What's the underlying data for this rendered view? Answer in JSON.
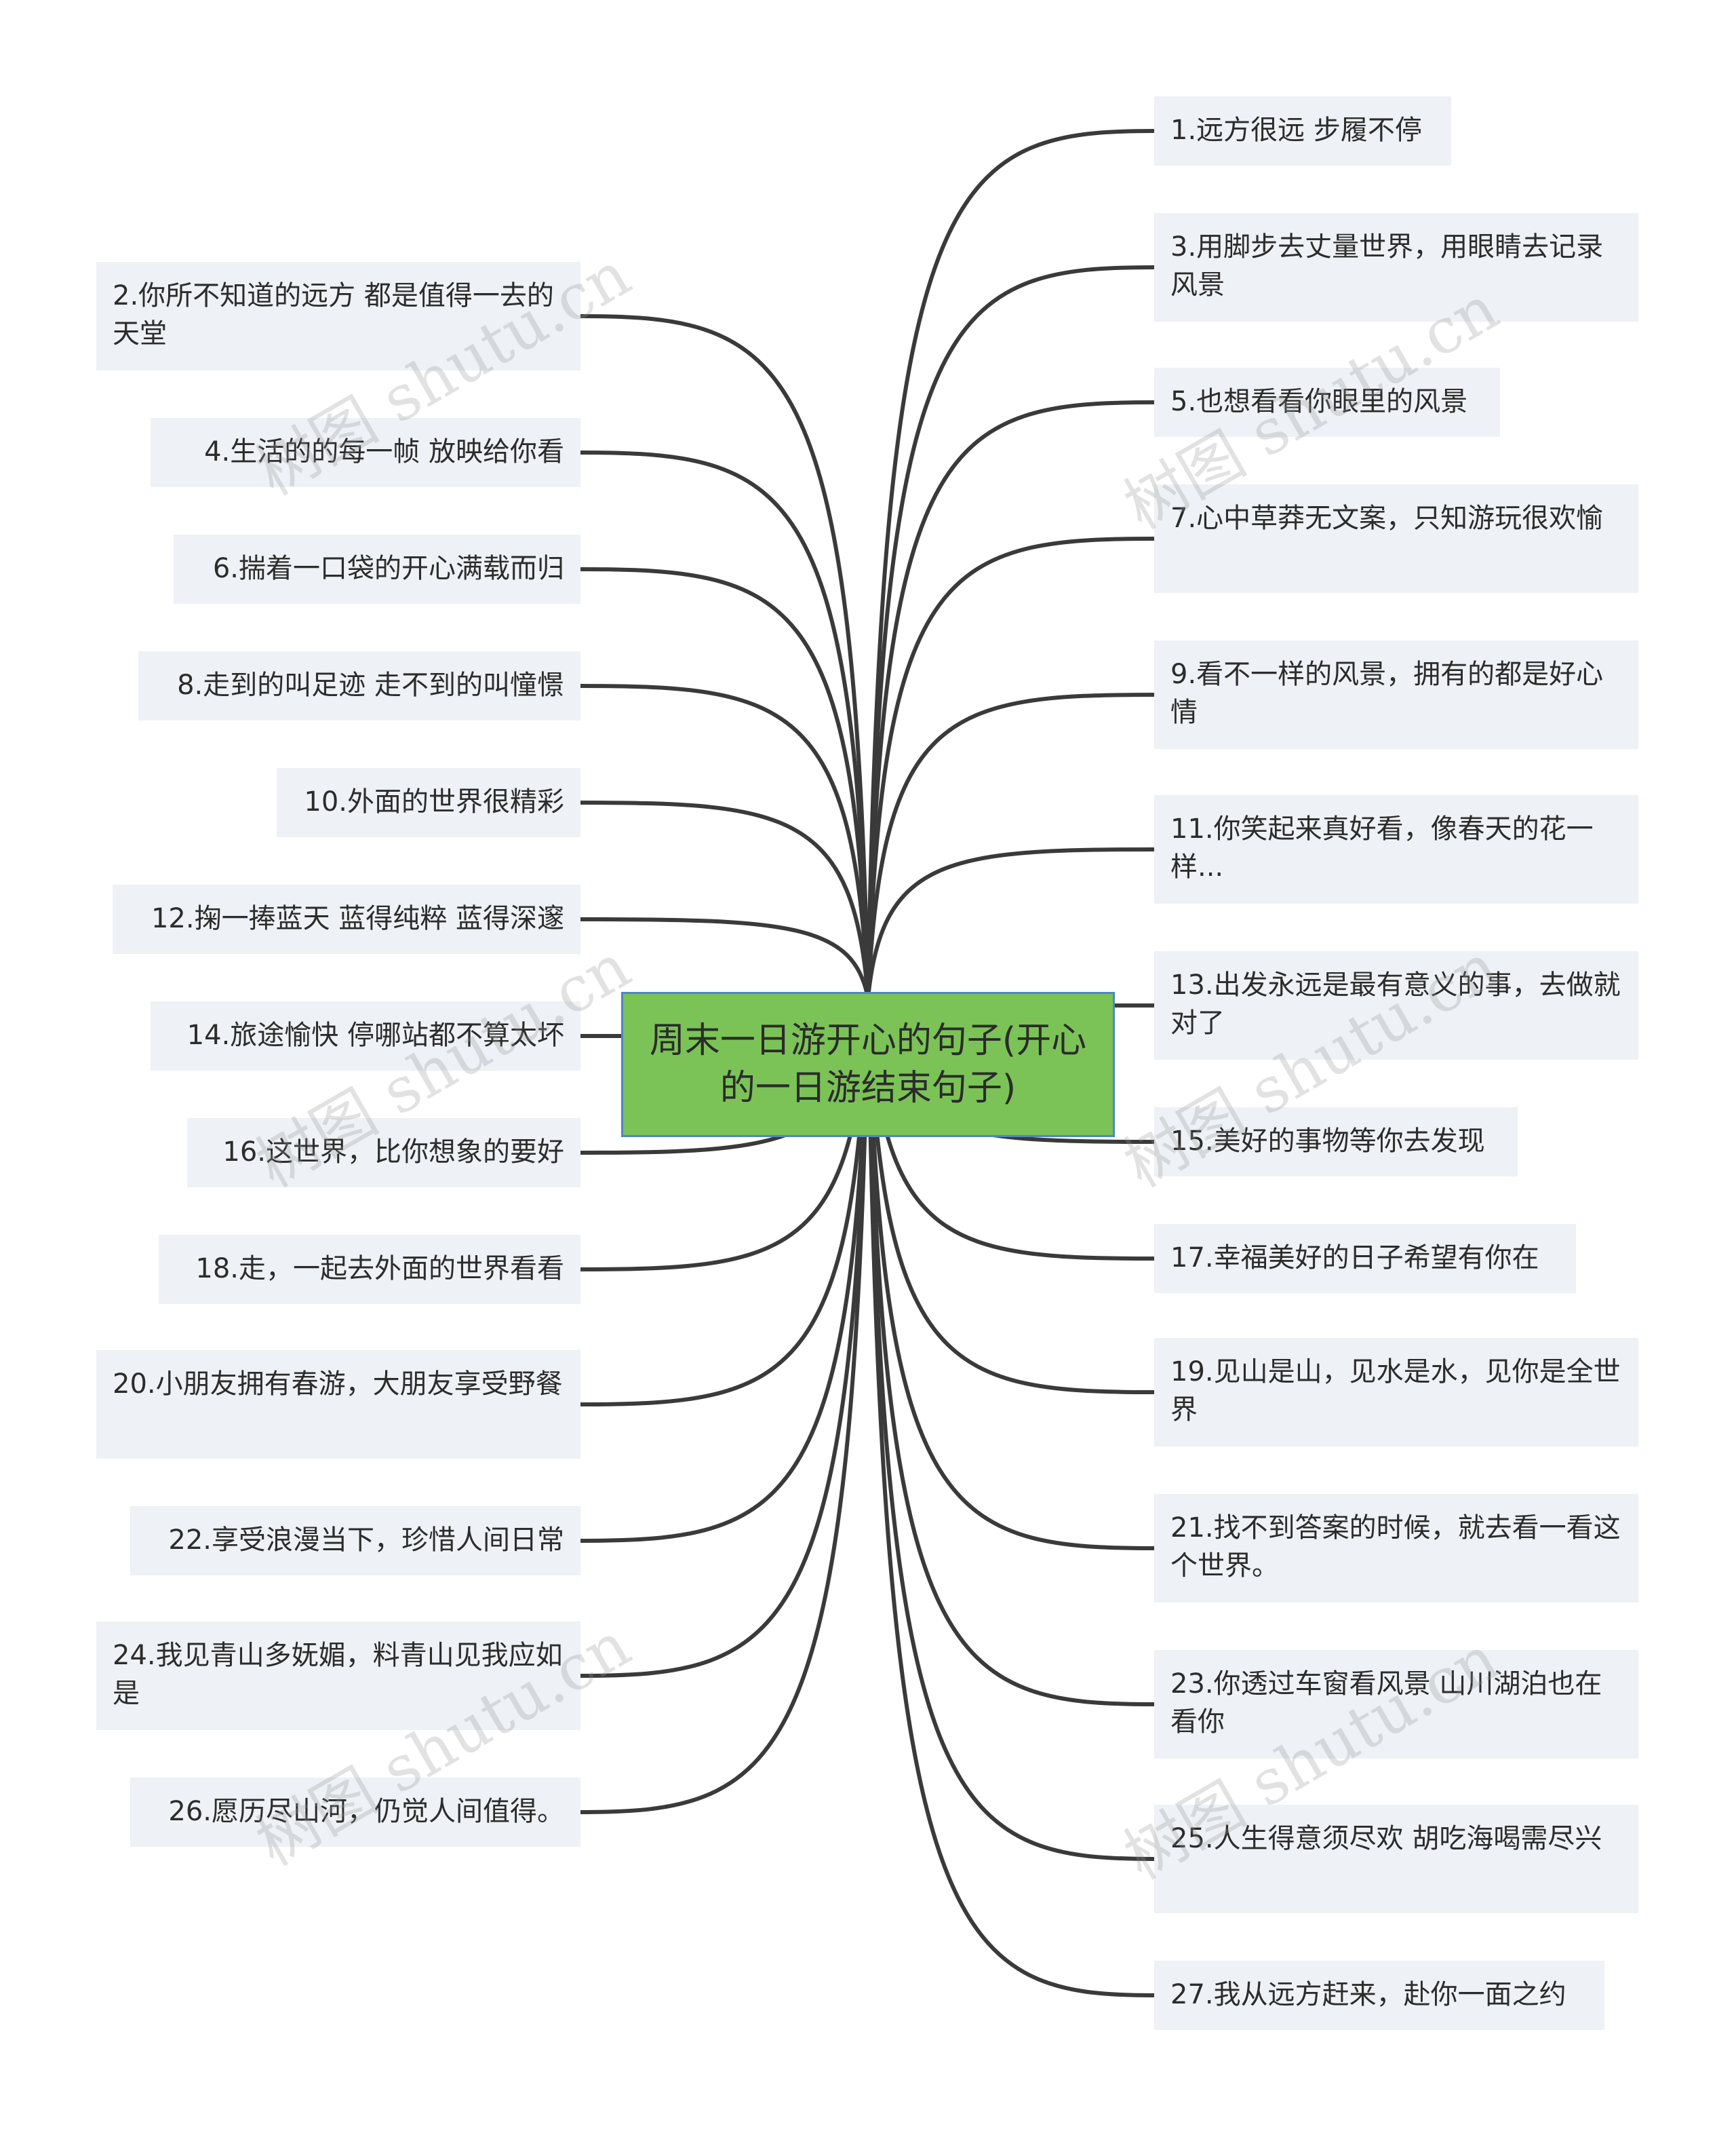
{
  "center": {
    "title": "周末一日游开心的句子(开心的一日游结束句子)"
  },
  "watermark": "树图 shutu.cn",
  "colors": {
    "center_fill": "#7bc357",
    "center_border": "#4f86c6",
    "node_fill": "#eef1f5",
    "line": "#3a3a3a"
  },
  "left_nodes": [
    {
      "label": "2.你所不知道的远方 都是值得一去的天堂"
    },
    {
      "label": "4.生活的的每一帧 放映给你看"
    },
    {
      "label": "6.揣着一口袋的开心满载而归"
    },
    {
      "label": "8.走到的叫足迹 走不到的叫憧憬"
    },
    {
      "label": "10.外面的世界很精彩"
    },
    {
      "label": "12.掬一捧蓝天 蓝得纯粹 蓝得深邃"
    },
    {
      "label": "14.旅途愉快 停哪站都不算太坏"
    },
    {
      "label": "16.这世界，比你想象的要好"
    },
    {
      "label": "18.走，一起去外面的世界看看"
    },
    {
      "label": "20.小朋友拥有春游，大朋友享受野餐"
    },
    {
      "label": "22.享受浪漫当下，珍惜人间日常"
    },
    {
      "label": "24.我见青山多妩媚，料青山见我应如是"
    },
    {
      "label": "26.愿历尽山河，仍觉人间值得。"
    }
  ],
  "right_nodes": [
    {
      "label": "1.远方很远 步履不停"
    },
    {
      "label": "3.用脚步去丈量世界，用眼睛去记录风景"
    },
    {
      "label": "5.也想看看你眼里的风景"
    },
    {
      "label": "7.心中草莽无文案，只知游玩很欢愉"
    },
    {
      "label": "9.看不一样的风景，拥有的都是好心情"
    },
    {
      "label": "11.你笑起来真好看，像春天的花一样..."
    },
    {
      "label": "13.出发永远是最有意义的事，去做就对了"
    },
    {
      "label": "15.美好的事物等你去发现"
    },
    {
      "label": "17.幸福美好的日子希望有你在"
    },
    {
      "label": "19.见山是山，见水是水，见你是全世界"
    },
    {
      "label": "21.找不到答案的时候，就去看一看这个世界。"
    },
    {
      "label": "23.你透过车窗看风景 山川湖泊也在看你"
    },
    {
      "label": "25.人生得意须尽欢 胡吃海喝需尽兴"
    },
    {
      "label": "27.我从远方赶来，赴你一面之约"
    }
  ]
}
